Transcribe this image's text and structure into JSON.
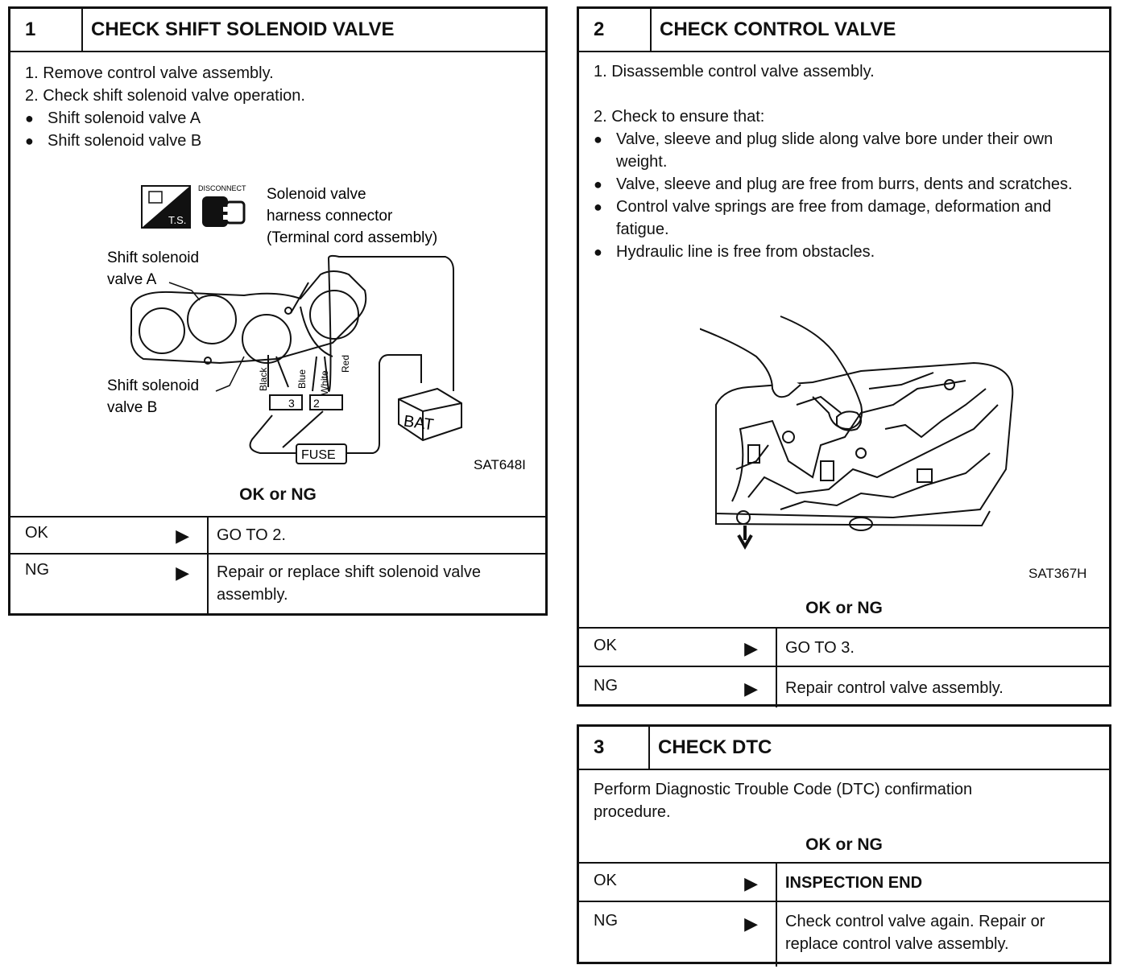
{
  "step1": {
    "number": "1",
    "title": "CHECK SHIFT SOLENOID VALVE",
    "lines": [
      "1.  Remove control valve assembly.",
      "2.  Check shift solenoid valve operation."
    ],
    "bullets": [
      "Shift solenoid valve A",
      "Shift solenoid valve B"
    ],
    "figure": {
      "ts_label": "T.S.",
      "disconnect_label": "DISCONNECT",
      "connector_label": [
        "Solenoid valve",
        "harness connector",
        "(Terminal cord assembly)"
      ],
      "valve_a_label": [
        "Shift solenoid",
        "valve A"
      ],
      "valve_b_label": [
        "Shift solenoid",
        "valve B"
      ],
      "wires": [
        "Black",
        "Blue",
        "White",
        "Red"
      ],
      "terminals": [
        "3",
        "2"
      ],
      "battery": "BAT",
      "fuse": "FUSE",
      "code": "SAT648I"
    },
    "ok_ng": "OK or NG",
    "results": [
      {
        "result": "OK",
        "action": "GO TO 2."
      },
      {
        "result": "NG",
        "action": "Repair or replace shift solenoid valve assembly."
      }
    ]
  },
  "step2": {
    "number": "2",
    "title": "CHECK CONTROL VALVE",
    "line1": "1.  Disassemble control valve assembly.",
    "line2": "2.  Check to ensure that:",
    "bullets": [
      "Valve, sleeve and plug slide along valve bore under their own weight.",
      "Valve, sleeve and plug are free from burrs, dents and scratches.",
      "Control valve springs are free from damage, deformation and fatigue.",
      "Hydraulic line is free from obstacles."
    ],
    "figure_code": "SAT367H",
    "ok_ng": "OK or NG",
    "results": [
      {
        "result": "OK",
        "action": "GO TO 3."
      },
      {
        "result": "NG",
        "action": "Repair control valve assembly."
      }
    ]
  },
  "step3": {
    "number": "3",
    "title": "CHECK DTC",
    "text": "Perform Diagnostic Trouble Code (DTC) confirmation procedure.",
    "ok_ng": "OK or NG",
    "results": [
      {
        "result": "OK",
        "action": "INSPECTION END"
      },
      {
        "result": "NG",
        "action": "Check control valve again. Repair or replace control valve assembly."
      }
    ]
  },
  "icons": {
    "arrow": "right-triangle-arrow-icon"
  }
}
